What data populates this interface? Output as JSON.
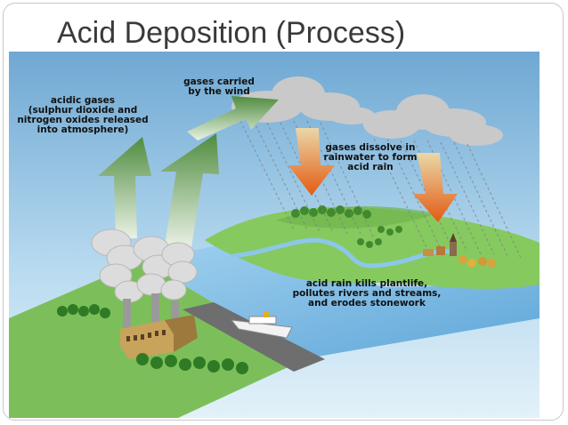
{
  "slide": {
    "title": "Acid Deposition (Process)"
  },
  "labels": {
    "acidic_gases": "acidic gases\n(sulphur dioxide and\nnitrogen oxides released\ninto atmosphere)",
    "carried_by_wind": "gases carried\nby the wind",
    "dissolve": "gases dissolve in\nrainwater to form\nacid rain",
    "effects": "acid rain kills plantlife,\npollutes rivers and streams,\nand erodes stonework"
  },
  "colors": {
    "sky_top": "#7ab2d8",
    "sky_bottom": "#d6eaf6",
    "land_green": "#7cc25a",
    "river_blue": "#7fbde6",
    "arrow_green": "#5f8f4e",
    "arrow_orange": "#e0661e",
    "smoke_gray": "#d8d8d8"
  }
}
